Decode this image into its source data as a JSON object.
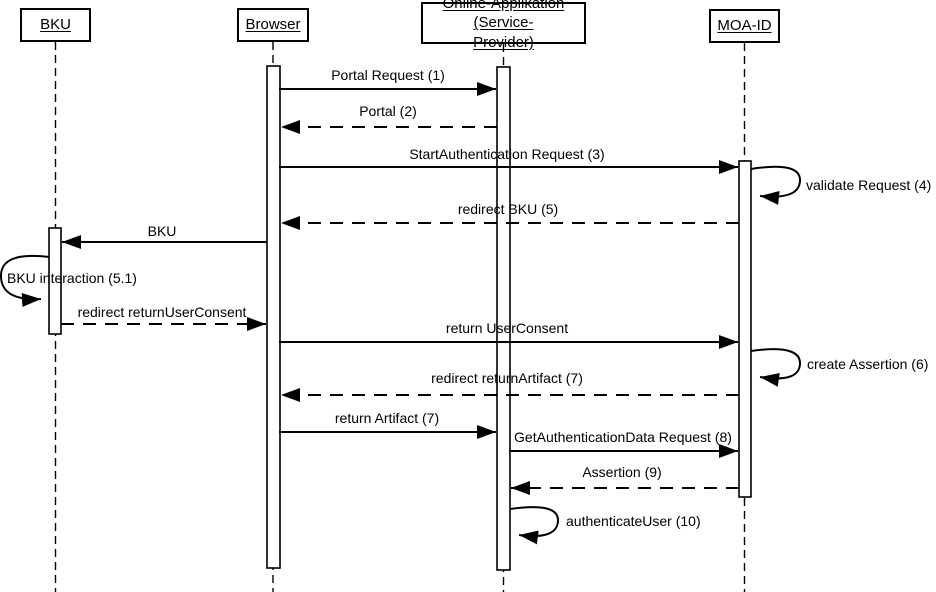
{
  "diagram": {
    "type": "uml-sequence-diagram",
    "background_color": "#ffffff",
    "line_color": "#000000",
    "activation_fill": "#ffffff"
  },
  "actors": [
    {
      "id": "bku",
      "label": "BKU"
    },
    {
      "id": "browser",
      "label": "Browser"
    },
    {
      "id": "online-app",
      "label_line1": "Online-Applikation (Service-",
      "label_line2": "Provider)"
    },
    {
      "id": "moa-id",
      "label": "MOA-ID"
    }
  ],
  "messages": [
    {
      "label": "Portal Request (1)",
      "from": "Browser",
      "to": "Online-Applikation (Service-Provider)",
      "kind": "solid"
    },
    {
      "label": "Portal (2)",
      "from": "Online-Applikation (Service-Provider)",
      "to": "Browser",
      "kind": "dashed"
    },
    {
      "label": "StartAuthentication Request (3)",
      "from": "Browser",
      "to": "MOA-ID",
      "kind": "solid"
    },
    {
      "label": "validate Request (4)",
      "on": "MOA-ID",
      "kind": "self"
    },
    {
      "label": "redirect BKU (5)",
      "from": "MOA-ID",
      "to": "Browser",
      "kind": "dashed"
    },
    {
      "label": "BKU",
      "from": "Browser",
      "to": "BKU",
      "kind": "solid"
    },
    {
      "label": "BKU interaction (5.1)",
      "on": "BKU",
      "kind": "self"
    },
    {
      "label": "redirect returnUserConsent",
      "from": "BKU",
      "to": "Browser",
      "kind": "dashed"
    },
    {
      "label": "return UserConsent",
      "from": "Browser",
      "to": "MOA-ID",
      "kind": "solid"
    },
    {
      "label": "create Assertion (6)",
      "on": "MOA-ID",
      "kind": "self"
    },
    {
      "label": "redirect returnArtifact (7)",
      "from": "MOA-ID",
      "to": "Browser",
      "kind": "dashed"
    },
    {
      "label": "return Artifact (7)",
      "from": "Browser",
      "to": "Online-Applikation (Service-Provider)",
      "kind": "solid"
    },
    {
      "label": "GetAuthenticationData Request (8)",
      "from": "Online-Applikation (Service-Provider)",
      "to": "MOA-ID",
      "kind": "solid"
    },
    {
      "label": "Assertion (9)",
      "from": "MOA-ID",
      "to": "Online-Applikation (Service-Provider)",
      "kind": "dashed"
    },
    {
      "label": "authenticateUser (10)",
      "on": "Online-Applikation (Service-Provider)",
      "kind": "self"
    }
  ]
}
